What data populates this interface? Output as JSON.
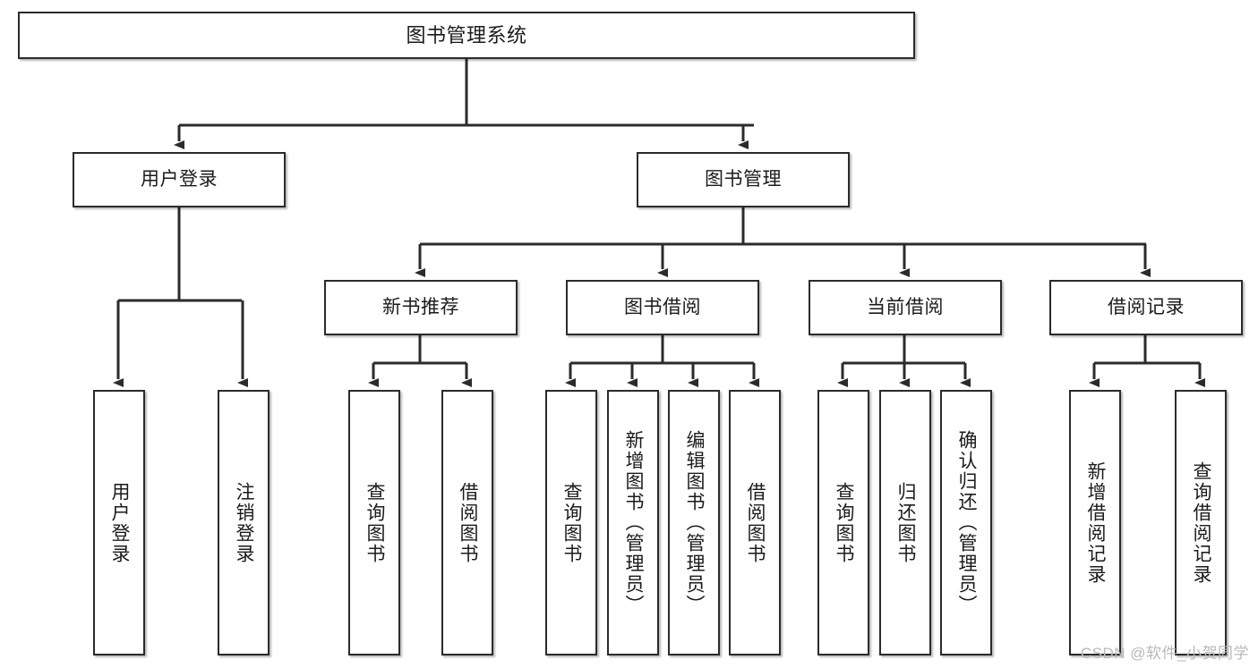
{
  "diagram": {
    "title": "图书管理系统",
    "type": "tree-hierarchy-diagram",
    "watermark": "CSDN @软件_小贺同学",
    "colors": {
      "node_border": "#2b2b2b",
      "node_fill": "#ffffff",
      "edge": "#2b2b2b",
      "text": "#1b1b1b",
      "watermark": "#b9b9b9",
      "background": "#ffffff"
    },
    "nodes": {
      "root": {
        "label": "图书管理系统"
      },
      "level2": [
        {
          "id": "user-login",
          "label": "用户登录"
        },
        {
          "id": "book-management",
          "label": "图书管理"
        }
      ],
      "level3": [
        {
          "id": "new-book-recommend",
          "label": "新书推荐"
        },
        {
          "id": "book-borrow",
          "label": "图书借阅"
        },
        {
          "id": "current-borrow",
          "label": "当前借阅"
        },
        {
          "id": "borrow-record",
          "label": "借阅记录"
        }
      ],
      "leaves": [
        {
          "id": "leaf-user-login",
          "label": "用户登录",
          "parent": "user-login"
        },
        {
          "id": "leaf-logout-login",
          "label": "注销登录",
          "parent": "user-login"
        },
        {
          "id": "leaf-query-book-1",
          "label": "查询图书",
          "parent": "new-book-recommend"
        },
        {
          "id": "leaf-borrow-book-1",
          "label": "借阅图书",
          "parent": "new-book-recommend"
        },
        {
          "id": "leaf-query-book-2",
          "label": "查询图书",
          "parent": "book-borrow"
        },
        {
          "id": "leaf-add-book",
          "label": "新增图书（管理员）",
          "parent": "book-borrow"
        },
        {
          "id": "leaf-edit-book",
          "label": "编辑图书（管理员）",
          "parent": "book-borrow"
        },
        {
          "id": "leaf-borrow-book-2",
          "label": "借阅图书",
          "parent": "book-borrow"
        },
        {
          "id": "leaf-query-book-3",
          "label": "查询图书",
          "parent": "current-borrow"
        },
        {
          "id": "leaf-return-book",
          "label": "归还图书",
          "parent": "current-borrow"
        },
        {
          "id": "leaf-confirm-return",
          "label": "确认归还（管理员）",
          "parent": "current-borrow"
        },
        {
          "id": "leaf-add-record",
          "label": "新增借阅记录",
          "parent": "borrow-record"
        },
        {
          "id": "leaf-query-record",
          "label": "查询借阅记录",
          "parent": "borrow-record"
        }
      ]
    }
  }
}
